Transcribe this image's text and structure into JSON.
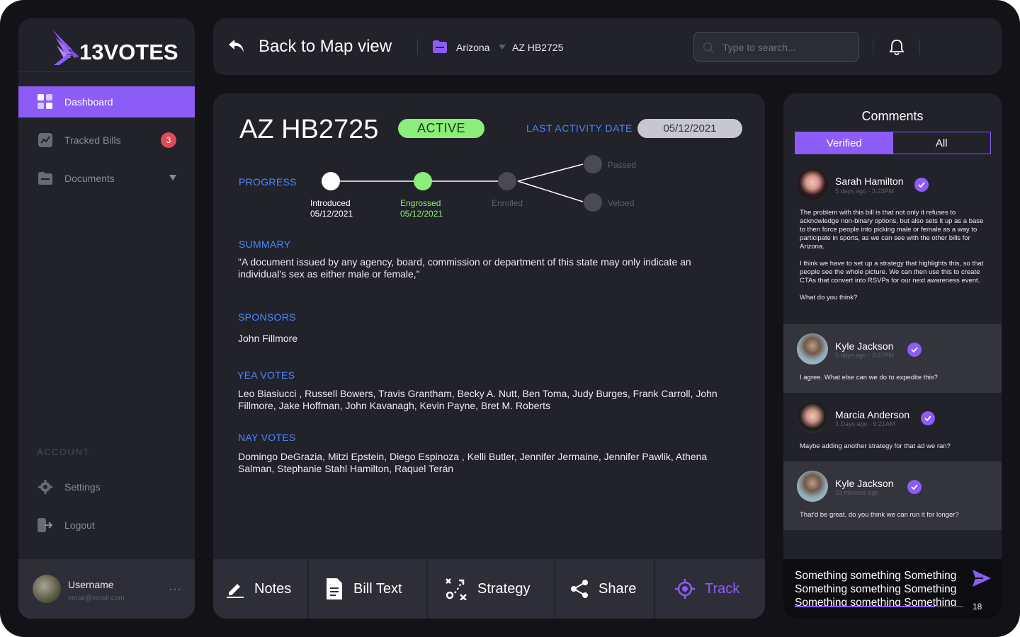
{
  "app": {
    "brand": "13VOTES",
    "accent_color": "#8b5cf6",
    "link_color": "#4d86ff"
  },
  "sidebar": {
    "items": [
      {
        "label": "Dashboard",
        "icon": "grid-icon",
        "active": true
      },
      {
        "label": "Tracked Bills",
        "icon": "chart-icon",
        "badge": "3"
      },
      {
        "label": "Documents",
        "icon": "folder-icon"
      }
    ],
    "account_label": "ACCOUNT",
    "account_items": [
      {
        "label": "Settings",
        "icon": "gear-icon"
      },
      {
        "label": "Logout",
        "icon": "logout-icon"
      }
    ],
    "user": {
      "name": "Username",
      "email": "email@email.com",
      "menu": "···"
    }
  },
  "topbar": {
    "back_label": "Back to Map view",
    "state": "Arizona",
    "bill": "AZ HB2725",
    "search_placeholder": "Type to search..."
  },
  "bill": {
    "title": "AZ HB2725",
    "status": "ACTIVE",
    "status_color": "#8bed7a",
    "last_activity_label": "LAST ACTIVITY DATE",
    "last_activity_date": "05/12/2021",
    "progress_label": "PROGRESS",
    "stages": [
      {
        "name": "Introduced",
        "date": "05/12/2021",
        "state": "done"
      },
      {
        "name": "Engrossed",
        "date": "05/12/2021",
        "state": "current"
      },
      {
        "name": "Enrolled",
        "date": "",
        "state": "pending"
      },
      {
        "name": "Passed",
        "date": "",
        "state": "pending"
      },
      {
        "name": "Vetoed",
        "date": "",
        "state": "pending"
      }
    ],
    "summary_label": "SUMMARY",
    "summary": "\"A document issued by any agency, board, commission or department of this state may only indicate an individual's sex as either male or female,\"",
    "sponsors_label": "SPONSORS",
    "sponsors": "John Fillmore",
    "yea_label": "YEA VOTES",
    "yea": "Leo Biasiucci , Russell Bowers, Travis Grantham, Becky A. Nutt, Ben Toma, Judy Burges, Frank Carroll, John Fillmore, Jake Hoffman, John Kavanagh, Kevin Payne, Bret M. Roberts",
    "nay_label": "NAY VOTES",
    "nay": "Domingo DeGrazia, Mitzi Epstein, Diego Espinoza , Kelli Butler, Jennifer Jermaine, Jennifer Pawlik, Athena Salman, Stephanie Stahl Hamilton, Raquel Terán"
  },
  "actions": [
    {
      "label": "Notes",
      "icon": "pencil-icon"
    },
    {
      "label": "Bill Text",
      "icon": "document-icon"
    },
    {
      "label": "Strategy",
      "icon": "strategy-icon"
    },
    {
      "label": "Share",
      "icon": "share-icon"
    },
    {
      "label": "Track",
      "icon": "target-icon"
    }
  ],
  "comments": {
    "title": "Comments",
    "tabs": [
      "Verified",
      "All"
    ],
    "active_tab": "Verified",
    "items": [
      {
        "name": "Sarah Hamilton",
        "time": "5 days ago - 3:23PM",
        "verified": true,
        "body": "The problem with this bill is that not only it refuses to acknowledge non-binary options, but also sets it up as a base to then force people into picking male or female as a way to participate in sports, as we can see with the other bills for Arizona.\n\nI think we have to set up a strategy that highlights this, so that people see the whole picture. We can then use this to create CTAs that convert into RSVPs for our next awareness event.\n\nWhat do you think?"
      },
      {
        "name": "Kyle Jackson",
        "time": "5 days ago - 3:27PM",
        "verified": true,
        "body": "I agree. What else can we do to expedite this?"
      },
      {
        "name": "Marcia Anderson",
        "time": "3 Days ago - 9:21AM",
        "verified": true,
        "body": "Maybe adding another strategy for that ad we ran?"
      },
      {
        "name": "Kyle Jackson",
        "time": "23 minutes ago",
        "verified": true,
        "body": "That'd be great, do you think we can run it for longer?"
      }
    ],
    "composer_text": "Something something Something Something something Something Something something Something",
    "char_count": "18"
  }
}
